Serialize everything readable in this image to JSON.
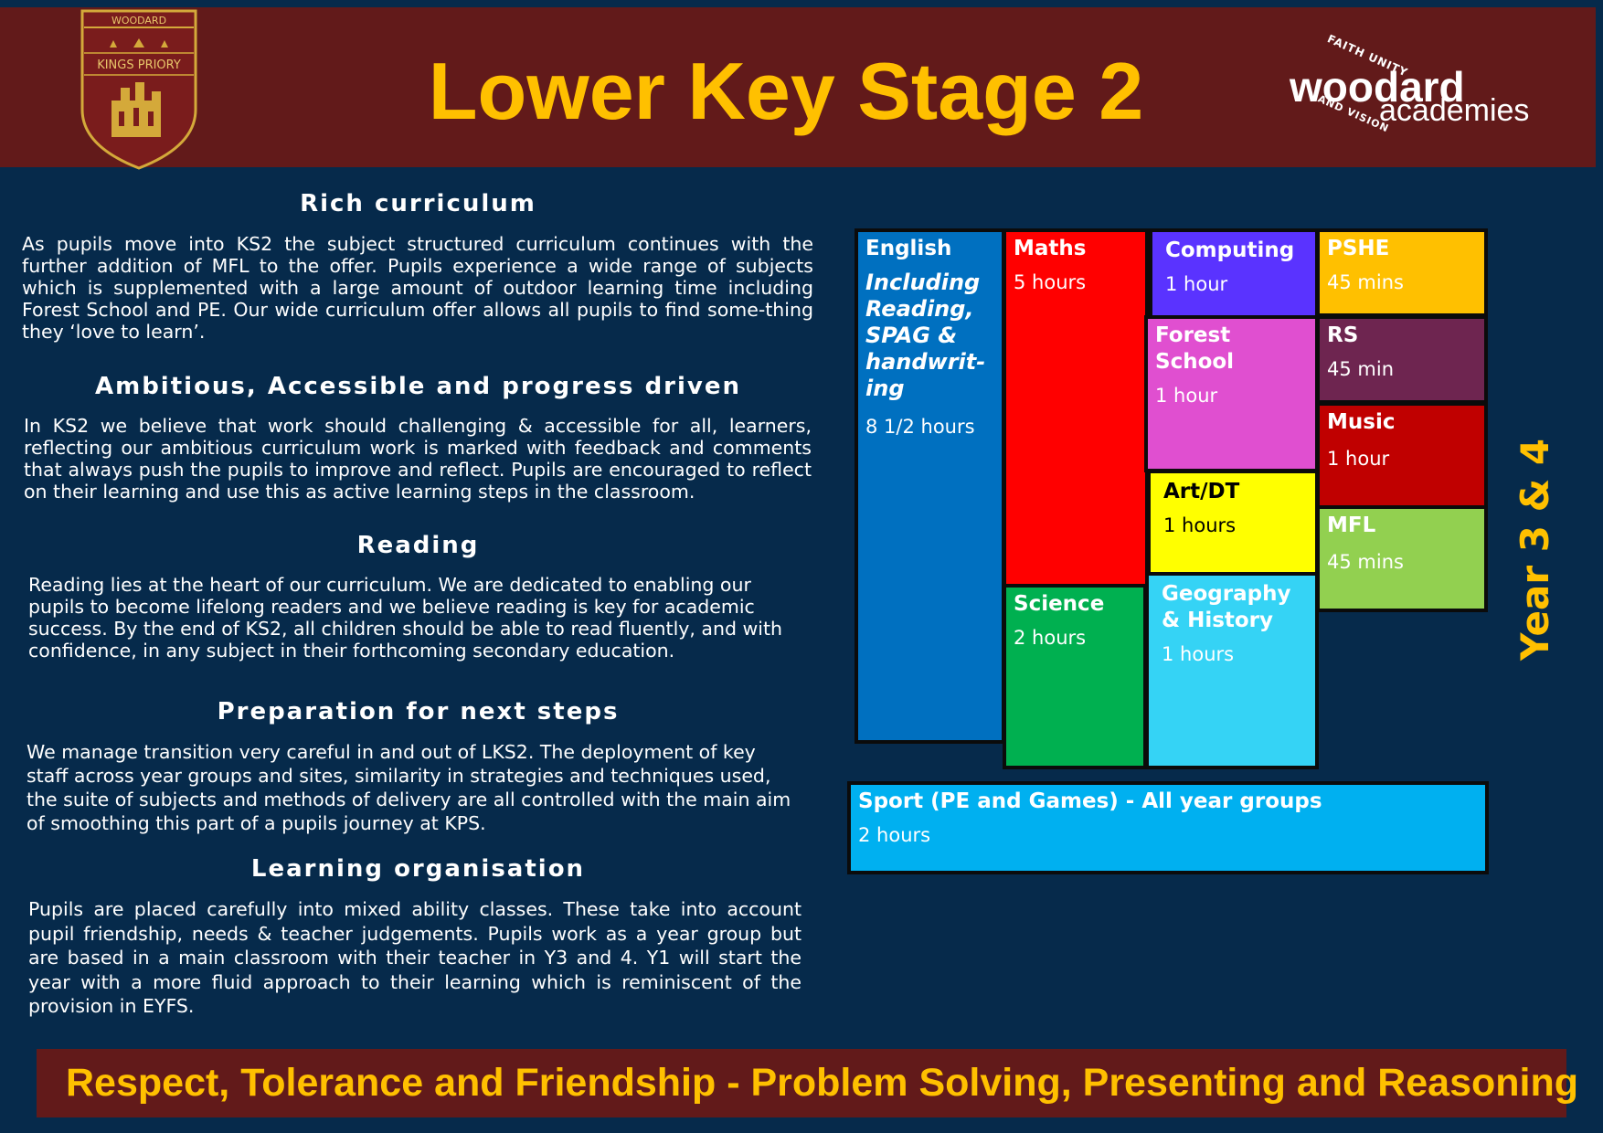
{
  "header": {
    "title": "Lower Key Stage 2",
    "crest": {
      "top_label": "WOODARD",
      "school": "KINGS PRIORY"
    },
    "logo": {
      "word": "woodard",
      "word2": "academies",
      "arc_top": "FAITH UNITY",
      "arc_bottom": "AND VISION"
    }
  },
  "sections": [
    {
      "heading": "Rich curriculum",
      "body": "As pupils move into KS2 the subject structured curriculum continues with the further addition of MFL to the offer.  Pupils experience a wide range of subjects which is supplemented with a large amount of outdoor learning time including Forest School and PE.  Our wide curriculum offer allows all pupils to find some-thing they ‘love to learn’."
    },
    {
      "heading": "Ambitious, Accessible and progress driven",
      "body": "In KS2 we believe that work should challenging & accessible for all, learners, reflecting our ambitious curriculum work is  marked with feedback and comments that always push the pupils to improve and reflect. Pupils are encouraged to reflect on their learning and use this as active learning steps in the classroom."
    },
    {
      "heading": "Reading",
      "body": "Reading lies at the heart of our curriculum. We are dedicated to enabling our pupils to become lifelong readers and we believe reading is key for academic success. By the end of KS2, all children should be able to read fluently, and with confidence, in any subject in their forthcoming secondary education."
    },
    {
      "heading": "Preparation for next steps",
      "body": "We manage transition very careful in and out of LKS2. The deployment of key staff across year groups and sites, similarity in strategies and techniques used, the suite of subjects and methods of delivery are all controlled with the main aim of smoothing this part of a pupils journey at KPS."
    },
    {
      "heading": "Learning organisation",
      "body": "Pupils are placed carefully into mixed ability classes. These take into account pupil friendship, needs & teacher judgements. Pupils work as a year group but are based in a main classroom with their teacher in Y3 and 4.  Y1 will start the year with a more fluid approach to their learning which is reminiscent of the provision in EYFS."
    }
  ],
  "timetable": {
    "english": {
      "title": "English",
      "sub": "Including Reading, SPAG & handwrit-ing",
      "hours": "8 1/2 hours",
      "color": "#0070c0"
    },
    "maths": {
      "title": "Maths",
      "hours": "5 hours",
      "color": "#ff0000"
    },
    "computing": {
      "title": "Computing",
      "hours": "1 hour",
      "color": "#5a33ff"
    },
    "pshe": {
      "title": "PSHE",
      "hours": "45 mins",
      "color": "#ffc000"
    },
    "forest": {
      "title": "Forest School",
      "hours": "1 hour",
      "color": "#e04fd0"
    },
    "rs": {
      "title": "RS",
      "hours": "45 min",
      "color": "#6e2550"
    },
    "music": {
      "title": "Music",
      "hours": "1 hour",
      "color": "#c00000"
    },
    "artdt": {
      "title": "Art/DT",
      "hours": "1 hours",
      "color": "#ffff00"
    },
    "mfl": {
      "title": "MFL",
      "hours": "45 mins",
      "color": "#92d050"
    },
    "science": {
      "title": "Science",
      "hours": "2 hours",
      "color": "#00b050"
    },
    "geohist": {
      "title": "Geography & History",
      "hours": "1 hours",
      "color": "#35d3f5"
    },
    "sport": {
      "title": "Sport (PE and Games) - All year groups",
      "hours": "2 hours",
      "color": "#00b0f0"
    }
  },
  "year_label": "Year 3 & 4",
  "footer": "Respect, Tolerance and Friendship - Problem Solving, Presenting and Reasoning"
}
